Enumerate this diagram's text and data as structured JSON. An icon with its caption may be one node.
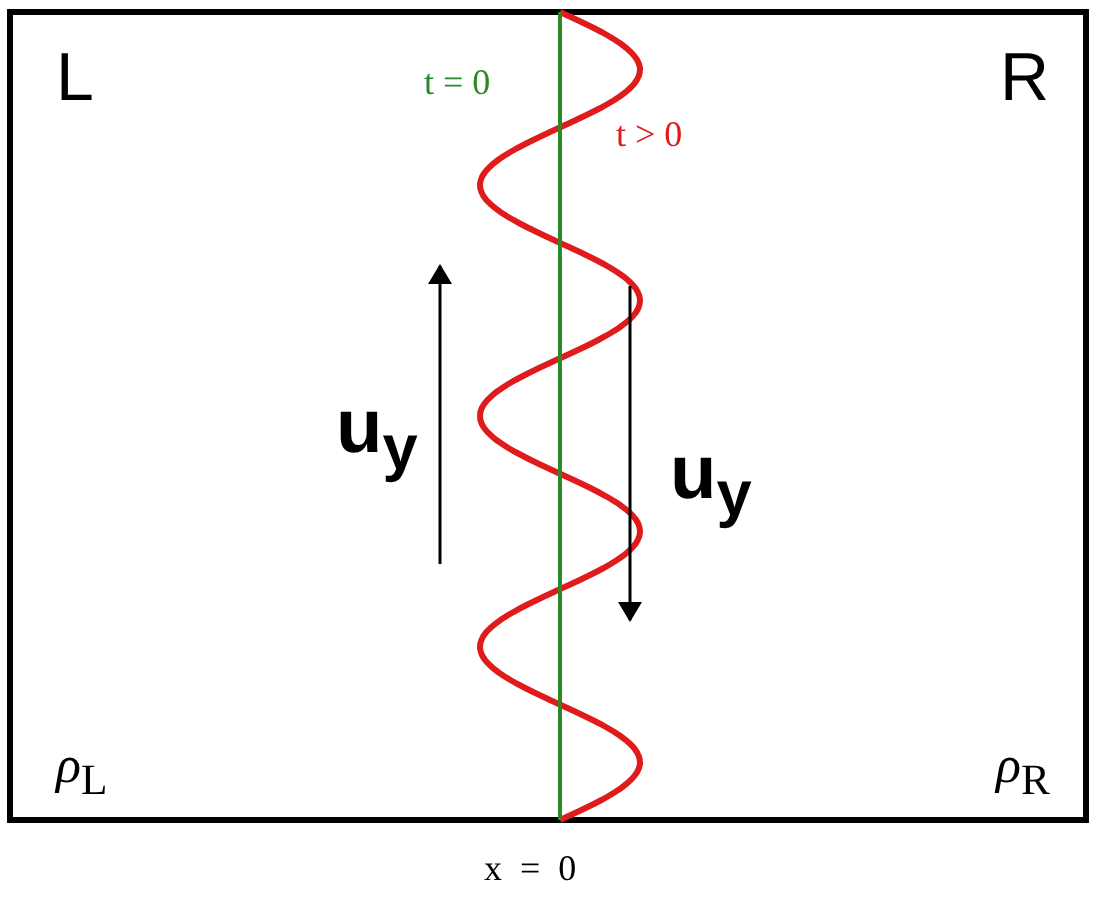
{
  "diagram": {
    "labels": [
      "L",
      "R",
      "t = 0",
      "t > 0",
      "u$_{y}$",
      "u$_{y}$",
      "*ρ*$_{L}$",
      "*ρ*$_{R}$",
      "x  =  0"
    ]
  }
}
